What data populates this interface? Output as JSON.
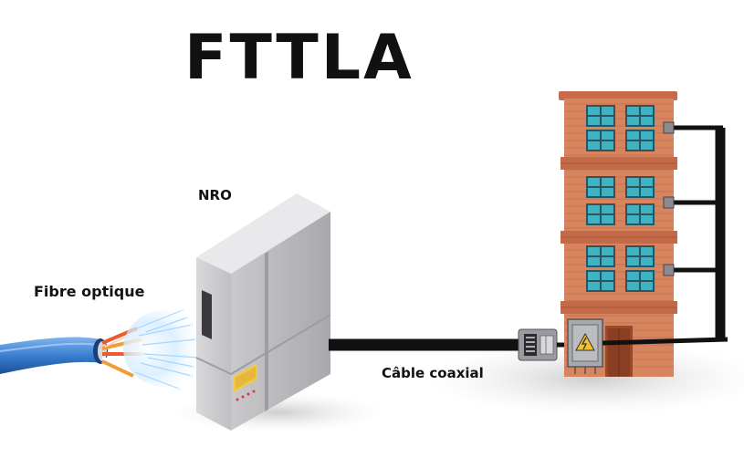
{
  "title": "FTTLA",
  "labels": {
    "nro": "NRO",
    "fibre": "Fibre optique",
    "coax": "Câble coaxial"
  },
  "icons": {
    "fibre_cable": "fiber-optic-cable-icon",
    "nro_cabinet": "server-cabinet-icon",
    "connector": "coaxial-connector-icon",
    "electrical_box": "electrical-box-icon",
    "building": "apartment-building-icon"
  },
  "colors": {
    "fibre_sheath": "#3a7fd0",
    "brick": "#cf7a55",
    "window": "#3fb3c4",
    "cabinet": "#cfcfd1",
    "cable": "#111111"
  }
}
